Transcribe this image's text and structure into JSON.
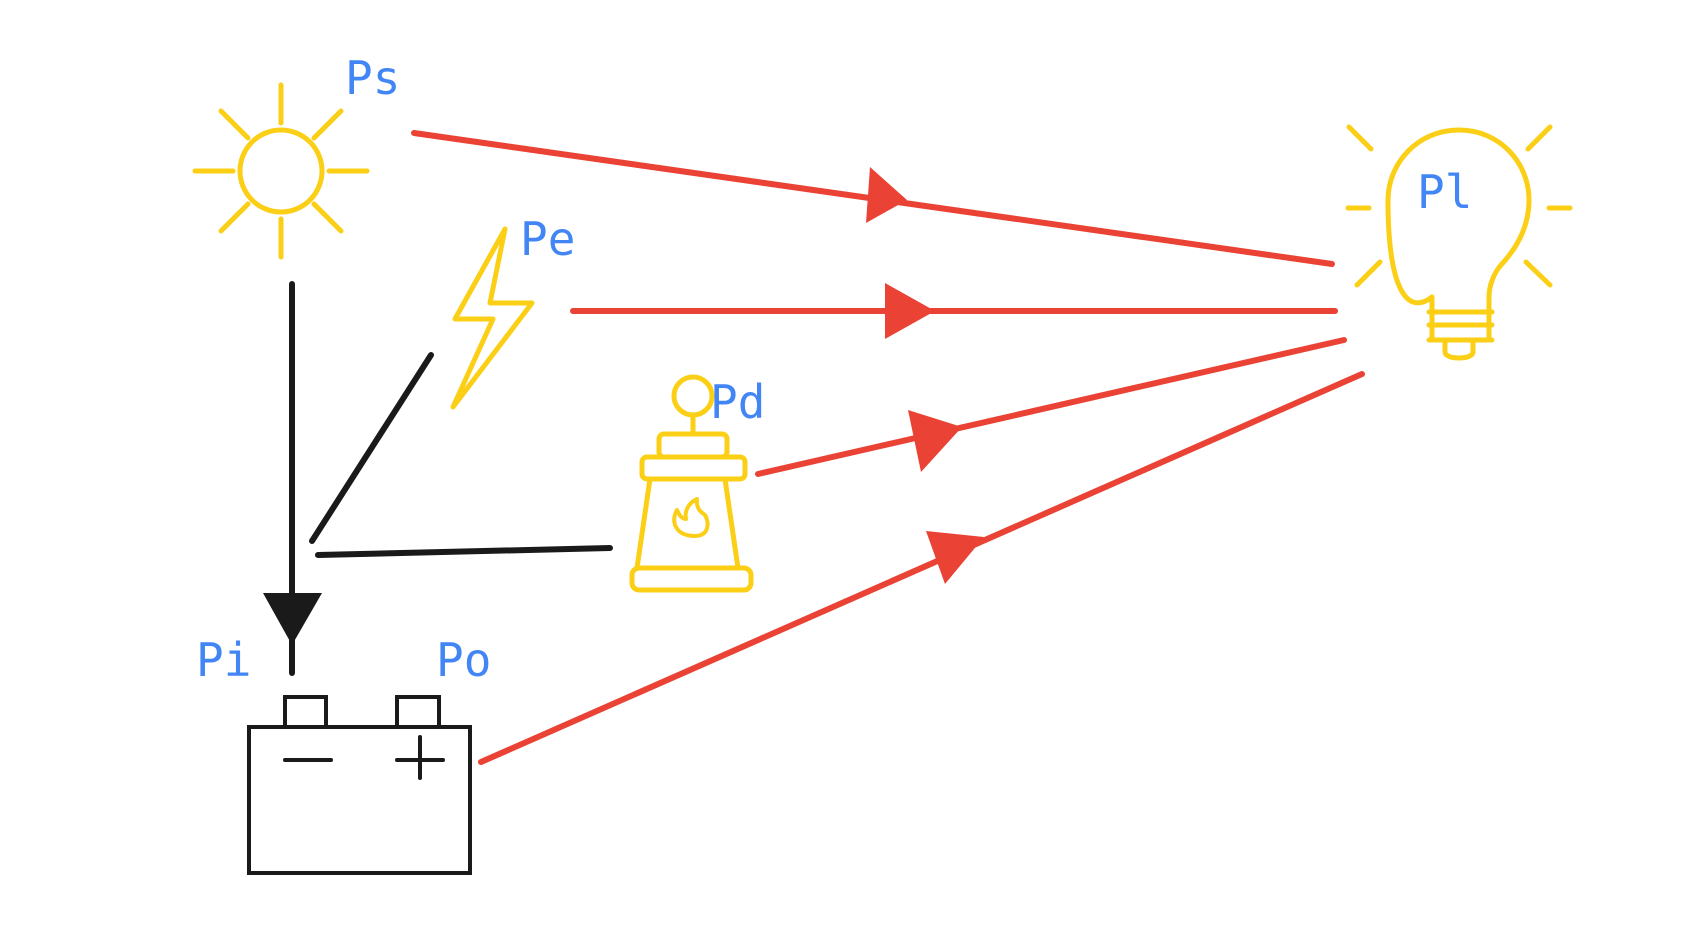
{
  "colors": {
    "background": "#ffffff",
    "icon": "#FBCF16",
    "label": "#4285F4",
    "power_flow": "#EA4335",
    "charge_flow": "#1A1A1A"
  },
  "nodes": {
    "sun": {
      "icon": "sun-icon",
      "label": "Ps"
    },
    "electricity": {
      "icon": "lightning-bolt-icon",
      "label": "Pe"
    },
    "generator": {
      "icon": "fuel-generator-icon",
      "label": "Pd"
    },
    "battery": {
      "icon": "battery-icon",
      "input_label": "Pi",
      "output_label": "Po"
    },
    "load": {
      "icon": "light-bulb-icon",
      "label": "Pl"
    }
  },
  "edges": [
    {
      "from": "sun",
      "to": "load",
      "type": "power_flow"
    },
    {
      "from": "electricity",
      "to": "load",
      "type": "power_flow"
    },
    {
      "from": "generator",
      "to": "load",
      "type": "power_flow"
    },
    {
      "from": "battery",
      "to": "load",
      "type": "power_flow"
    },
    {
      "from": "sun",
      "to": "battery",
      "type": "charge_flow"
    },
    {
      "from": "electricity",
      "to": "battery",
      "type": "charge_flow"
    },
    {
      "from": "generator",
      "to": "battery",
      "type": "charge_flow"
    }
  ]
}
